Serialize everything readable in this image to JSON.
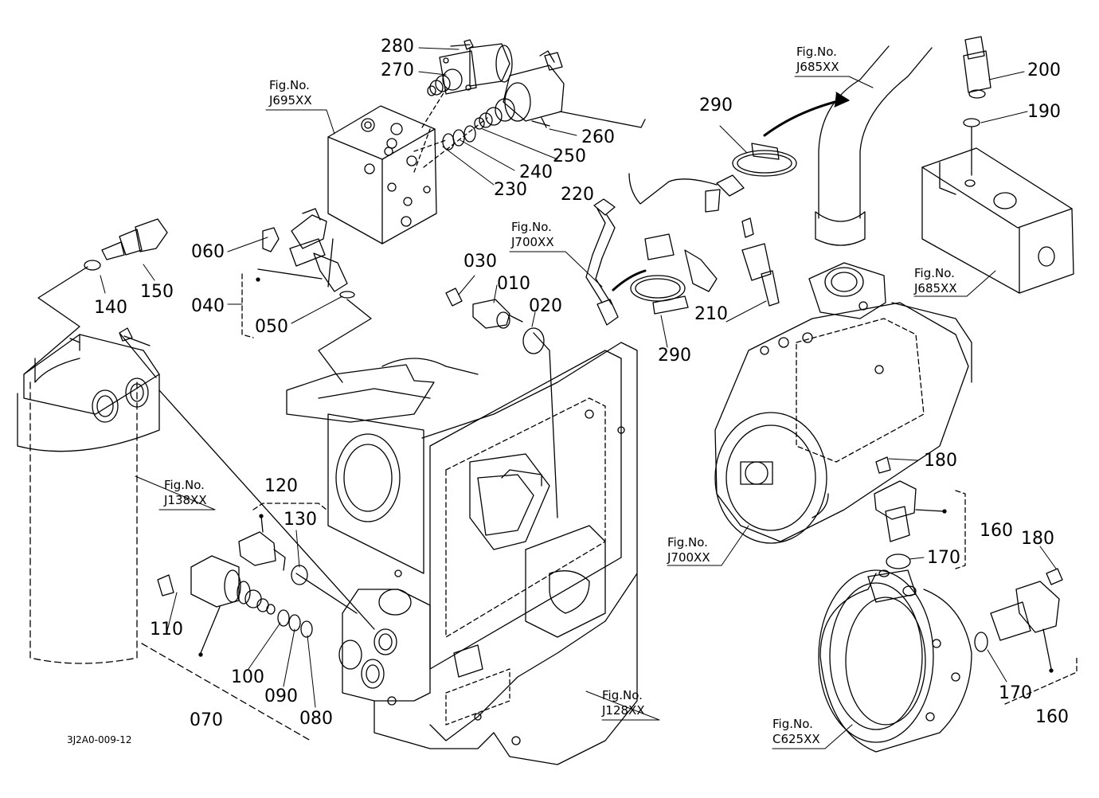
{
  "diagram_code": "3J2A0-009-12",
  "part_numbers": {
    "p280": "280",
    "p270": "270",
    "p260": "260",
    "p250": "250",
    "p240": "240",
    "p230": "230",
    "p220": "220",
    "p060": "060",
    "p040": "040",
    "p050": "050",
    "p150": "150",
    "p140": "140",
    "p030": "030",
    "p010": "010",
    "p020": "020",
    "p290a": "290",
    "p290b": "290",
    "p210": "210",
    "p200": "200",
    "p190": "190",
    "p180a": "180",
    "p180b": "180",
    "p160a": "160",
    "p160b": "160",
    "p170a": "170",
    "p170b": "170",
    "p120": "120",
    "p130": "130",
    "p110": "110",
    "p100": "100",
    "p090": "090",
    "p080": "080",
    "p070": "070"
  },
  "figure_refs": {
    "j695": {
      "label": "Fig.No.",
      "code": "J695XX"
    },
    "j685a": {
      "label": "Fig.No.",
      "code": "J685XX"
    },
    "j685b": {
      "label": "Fig.No.",
      "code": "J685XX"
    },
    "j700a": {
      "label": "Fig.No.",
      "code": "J700XX"
    },
    "j700b": {
      "label": "Fig.No.",
      "code": "J700XX"
    },
    "j138": {
      "label": "Fig.No.",
      "code": "J138XX"
    },
    "j128": {
      "label": "Fig.No.",
      "code": "J128XX"
    },
    "c625": {
      "label": "Fig.No.",
      "code": "C625XX"
    }
  }
}
